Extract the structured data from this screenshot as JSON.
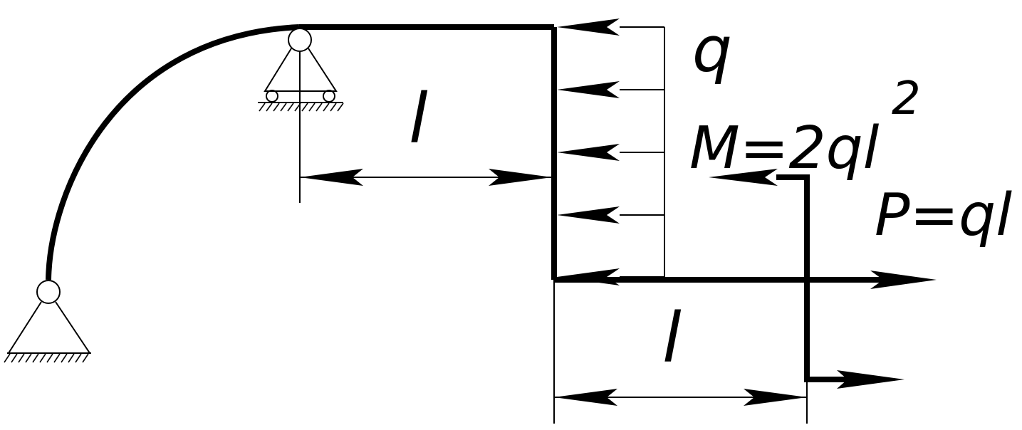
{
  "labels": {
    "span_top": "l",
    "span_bottom": "l",
    "load_q": "q",
    "moment": "M=2ql",
    "moment_exp": "2",
    "force": "P=ql"
  },
  "colors": {
    "ink": "#000000",
    "background": "#ffffff"
  }
}
